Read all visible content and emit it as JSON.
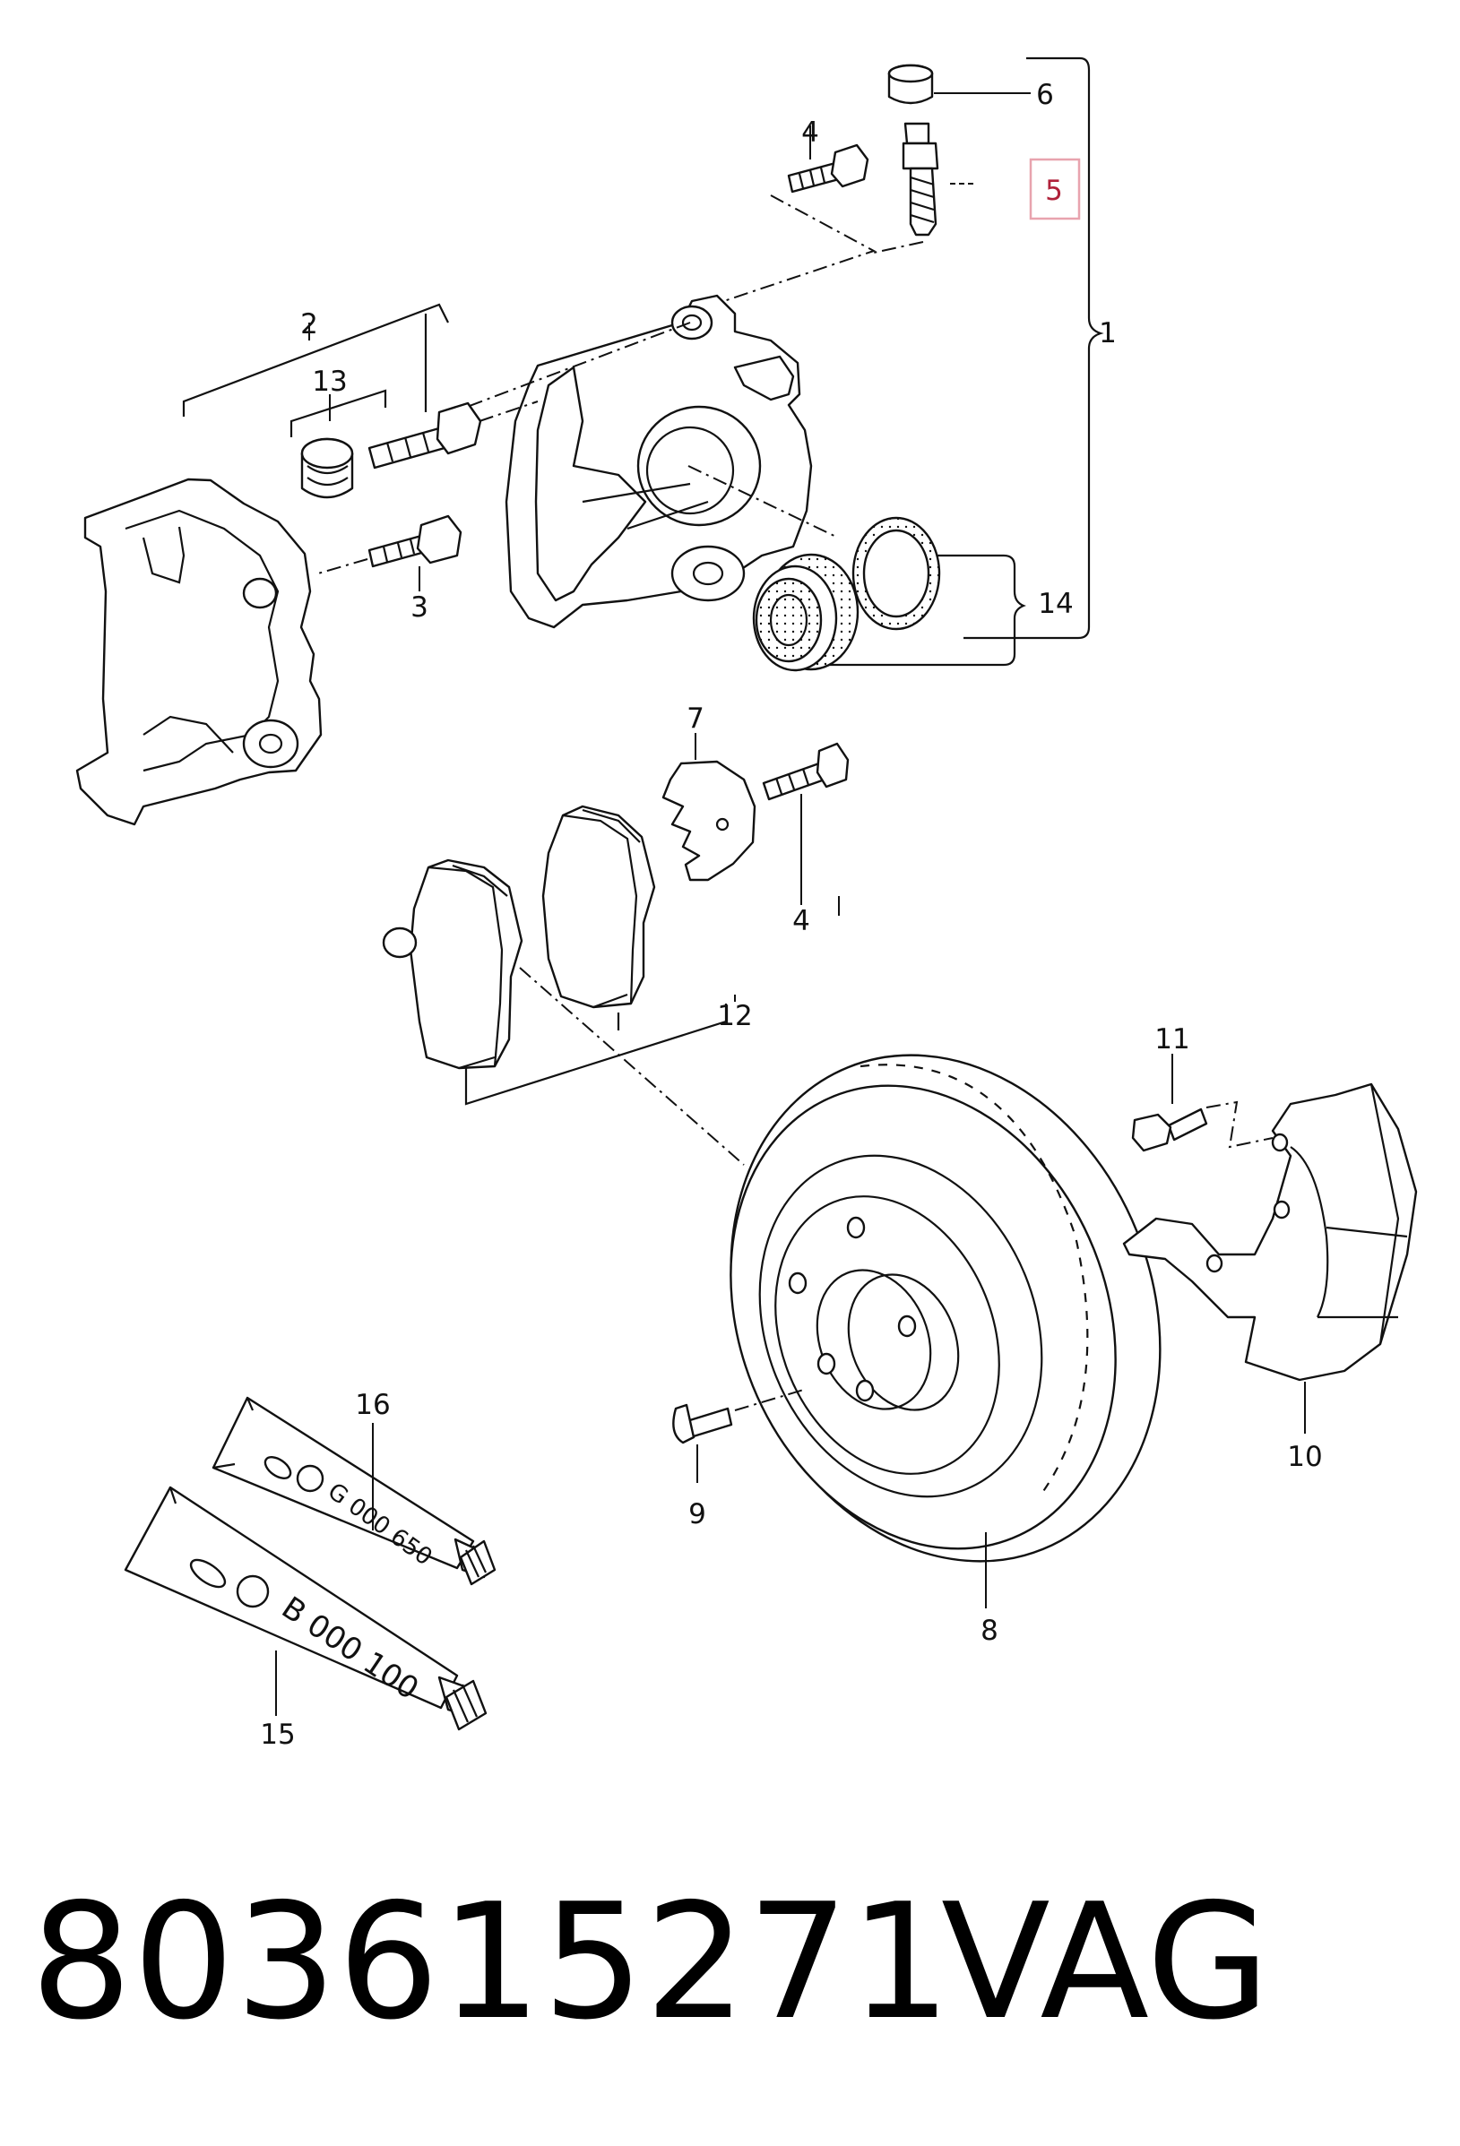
{
  "diagram": {
    "callouts": [
      "1",
      "2",
      "3",
      "4",
      "4",
      "5",
      "6",
      "7",
      "8",
      "9",
      "10",
      "11",
      "12",
      "13",
      "14",
      "15",
      "16"
    ],
    "highlighted_callout": "5",
    "highlight_color": "#e8a3ae",
    "tubes": {
      "upper": {
        "code": "G 000 650"
      },
      "lower": {
        "code": "B 000 100"
      }
    }
  },
  "footer": {
    "part_number": "803615271",
    "brand": "VAG"
  }
}
